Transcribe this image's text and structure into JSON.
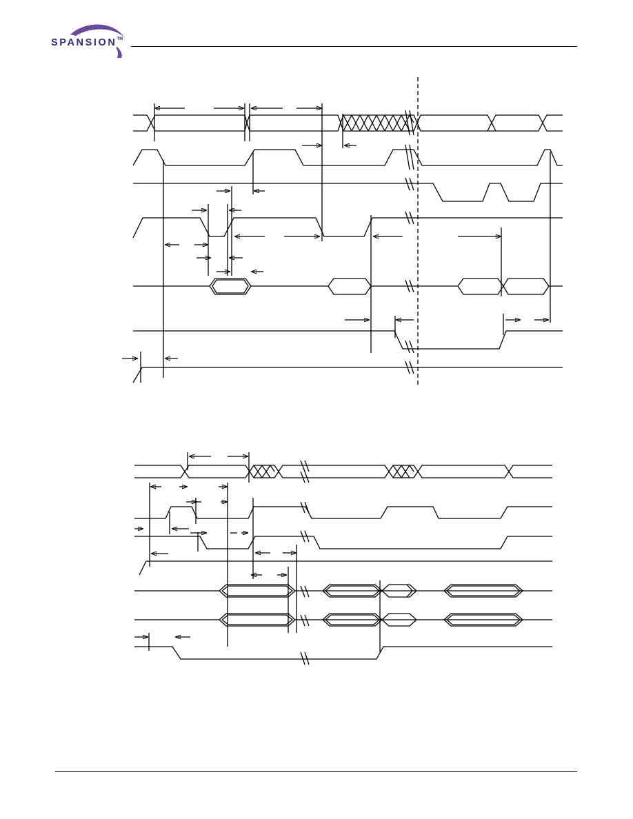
{
  "header": {
    "brand": "SPANSION",
    "trademark": "TM",
    "brand_color": "#3a2a6e",
    "swoosh_color": "#6a4a9a"
  },
  "diagrams": [
    {
      "name": "upper-timing-diagram",
      "signal_count": 7
    },
    {
      "name": "lower-timing-diagram",
      "signal_count": 7
    }
  ],
  "colors": {
    "ink": "#000000",
    "background": "#ffffff"
  }
}
